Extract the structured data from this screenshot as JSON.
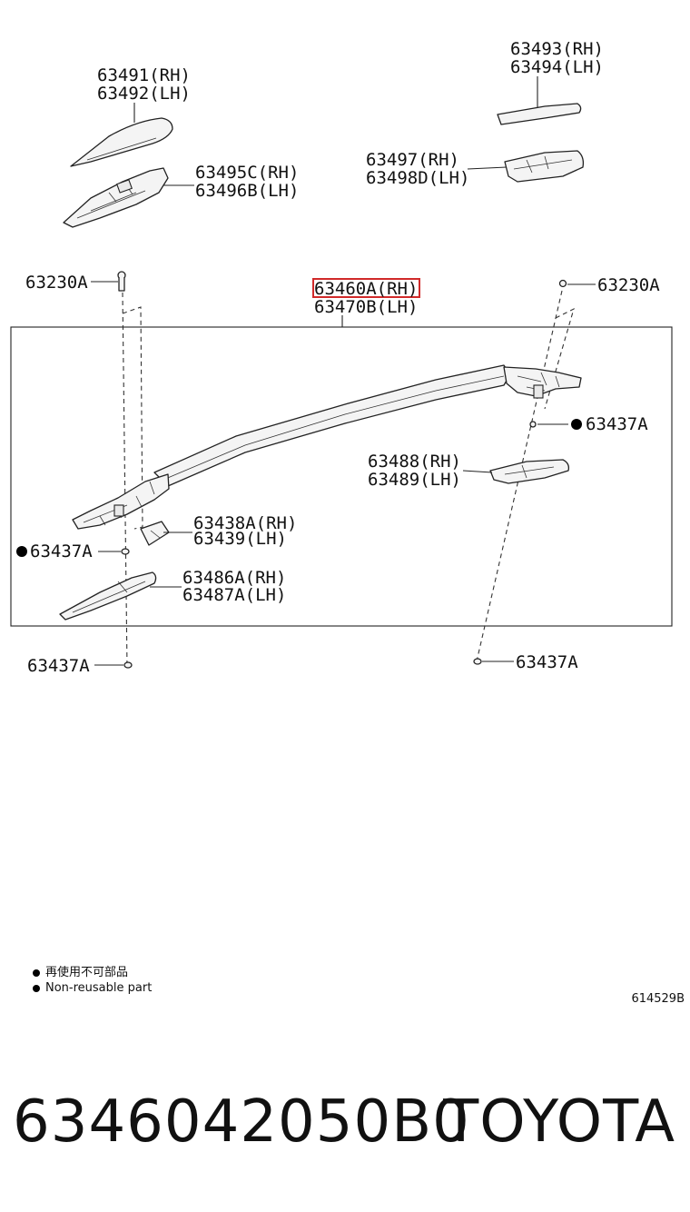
{
  "labels": {
    "p63491": "63491(RH)",
    "p63492": "63492(LH)",
    "p63493": "63493(RH)",
    "p63494": "63494(LH)",
    "p63495": "63495C(RH)",
    "p63496": "63496B(LH)",
    "p63497": "63497(RH)",
    "p63498": "63498D(LH)",
    "p63230_left": "63230A",
    "p63230_right": "63230A",
    "p63460": "63460A(RH)",
    "p63470": "63470B(LH)",
    "p63437_right_upper": "63437A",
    "p63488": "63488(RH)",
    "p63489": "63489(LH)",
    "p63438": "63438A(RH)",
    "p63439": "63439(LH)",
    "p63437_left_mid": "63437A",
    "p63486": "63486A(RH)",
    "p63487": "63487A(LH)",
    "p63437_left_bottom": "63437A",
    "p63437_right_bottom": "63437A"
  },
  "legend": {
    "ja": "再使用不可部品",
    "en": "Non-reusable part"
  },
  "drawing_number": "614529B",
  "footer": {
    "part_number": "6346042050B0",
    "brand": "TOYOTA"
  },
  "colors": {
    "highlight": "#d12a2a",
    "ink": "#111111"
  }
}
